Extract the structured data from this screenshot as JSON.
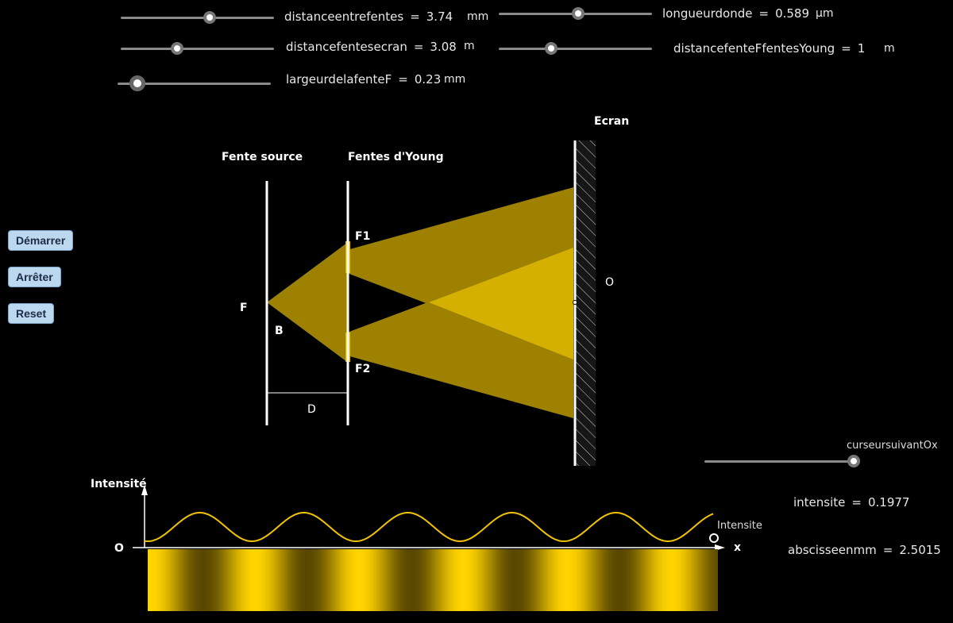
{
  "sliders": {
    "distance_entre_fentes": {
      "label": "distanceentrefentes",
      "value": "3.74",
      "unit": "mm",
      "position": 0.58
    },
    "distance_fentes_ecran": {
      "label": "distancefentesecran",
      "value": "3.08",
      "unit": "m",
      "position": 0.37
    },
    "largeur_fente_F": {
      "label": "largeurdelafenteF",
      "value": "0.23",
      "unit": "mm",
      "position": 0.13
    },
    "longueur_onde": {
      "label": "longueurdonde",
      "value": "0.589",
      "unit": "μm",
      "position": 0.52
    },
    "distance_fente_F_fentes_young": {
      "label": "distancefenteFfentesYoung",
      "value": "1",
      "unit": "m",
      "position": 0.34
    },
    "curseur_suivant_Ox": {
      "label": "curseursuivantOx",
      "position": 0.96
    }
  },
  "equals": "=",
  "buttons": {
    "start": "Démarrer",
    "stop": "Arrêter",
    "reset": "Reset"
  },
  "diagram": {
    "ecran_title": "Ecran",
    "fente_source_title": "Fente source",
    "fentes_young_title": "Fentes d'Young",
    "label_F": "F",
    "label_B": "B",
    "label_F1": "F1",
    "label_F2": "F2",
    "label_D": "D",
    "label_O": "O"
  },
  "graph": {
    "ylabel": "Intensité",
    "origin": "O",
    "xlabel": "x",
    "curve_label": "Intensite"
  },
  "readouts": {
    "intensite": {
      "name": "intensite",
      "value": "0.1977"
    },
    "abscisse": {
      "name": "abscisseenmm",
      "value": "2.5015"
    }
  },
  "colors": {
    "beam": "#9e8100",
    "beam_bright": "#d4b000",
    "curve": "#f2c400",
    "fringe": "#ffd400",
    "fringe_dark": "#5a4800"
  }
}
